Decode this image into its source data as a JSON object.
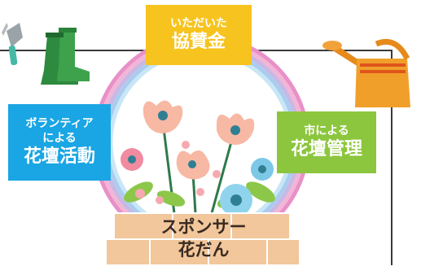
{
  "labels": {
    "funding": {
      "line1": "いただいた",
      "line2": "協賛金",
      "color": "#f7c31e"
    },
    "volunteer": {
      "line1": "ボランティア",
      "line2": "による",
      "line3": "花壇活動",
      "color": "#1aa6e4"
    },
    "city": {
      "line1": "市による",
      "line2": "花壇管理",
      "color": "#8cc63e"
    }
  },
  "planter": {
    "line1": "スポンサー",
    "line2": "花だん"
  },
  "icons": [
    "trowel-icon",
    "boots-icon",
    "watering-can-icon",
    "flower-icon"
  ],
  "colors": {
    "rainbow": [
      "#e890c8",
      "#f3b5d6",
      "#c9b7e4",
      "#a9cdef",
      "#c8e6f6"
    ],
    "brick": "#f1c79b"
  }
}
